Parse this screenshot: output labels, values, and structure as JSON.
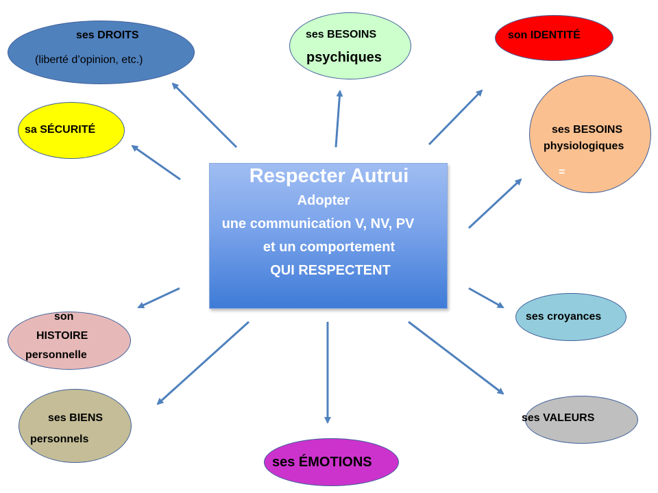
{
  "center": {
    "title": "Respecter Autrui",
    "line1": "Adopter",
    "line2": "une communication V, NV, PV",
    "line3": "et un comportement",
    "line4": "QUI RESPECTENT"
  },
  "nodes": {
    "droits": {
      "line1": "ses DROITS",
      "line2": "(liberté d’opinion, etc.)",
      "color": "#4f81bd"
    },
    "besoins_psy": {
      "line1": "ses BESOINS",
      "line2": "psychiques",
      "color": "#ccffcc"
    },
    "identite": {
      "line1": "son IDENTITÉ",
      "color": "#ff0000"
    },
    "securite": {
      "line1": "sa SÉCURITÉ",
      "color": "#ffff00"
    },
    "besoins_phys": {
      "line1": "ses BESOINS",
      "line2": "physiologiques",
      "line3": "=",
      "color": "#fac090"
    },
    "histoire": {
      "line1": "son",
      "line2": "HISTOIRE",
      "line3": "personnelle",
      "color": "#e6b9b8"
    },
    "croyances": {
      "line1": "ses croyances",
      "color": "#93cddd"
    },
    "biens": {
      "line1": "ses BIENS",
      "line2": "personnels",
      "color": "#c4bd97"
    },
    "valeurs": {
      "line1": "ses VALEURS",
      "color": "#bfbfbf"
    },
    "emotions": {
      "line1": "ses ÉMOTIONS",
      "color": "#cc33cc"
    }
  },
  "arrow_color": "#4f81bd"
}
